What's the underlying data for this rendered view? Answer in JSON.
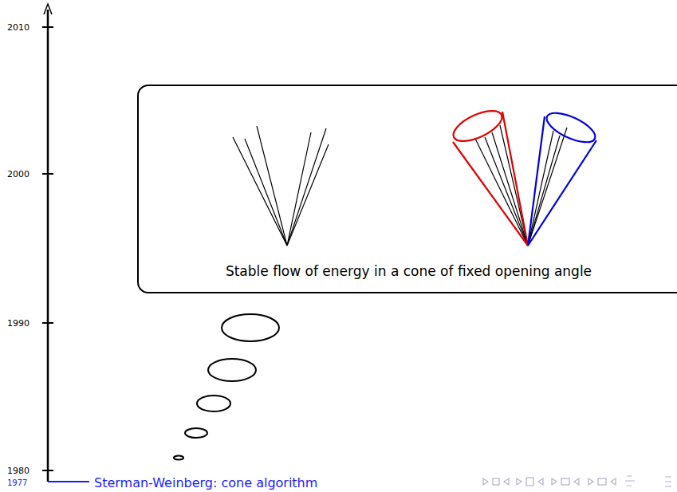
{
  "diagram": {
    "nodes": [
      {
        "text": [
          "Stable flow of energy in a cone of fixed opening angle"
        ]
      }
    ],
    "labels": [
      "2010",
      "2000",
      "1990",
      "1980",
      "1977",
      "Sterman-Weinberg: cone algorithm"
    ]
  }
}
